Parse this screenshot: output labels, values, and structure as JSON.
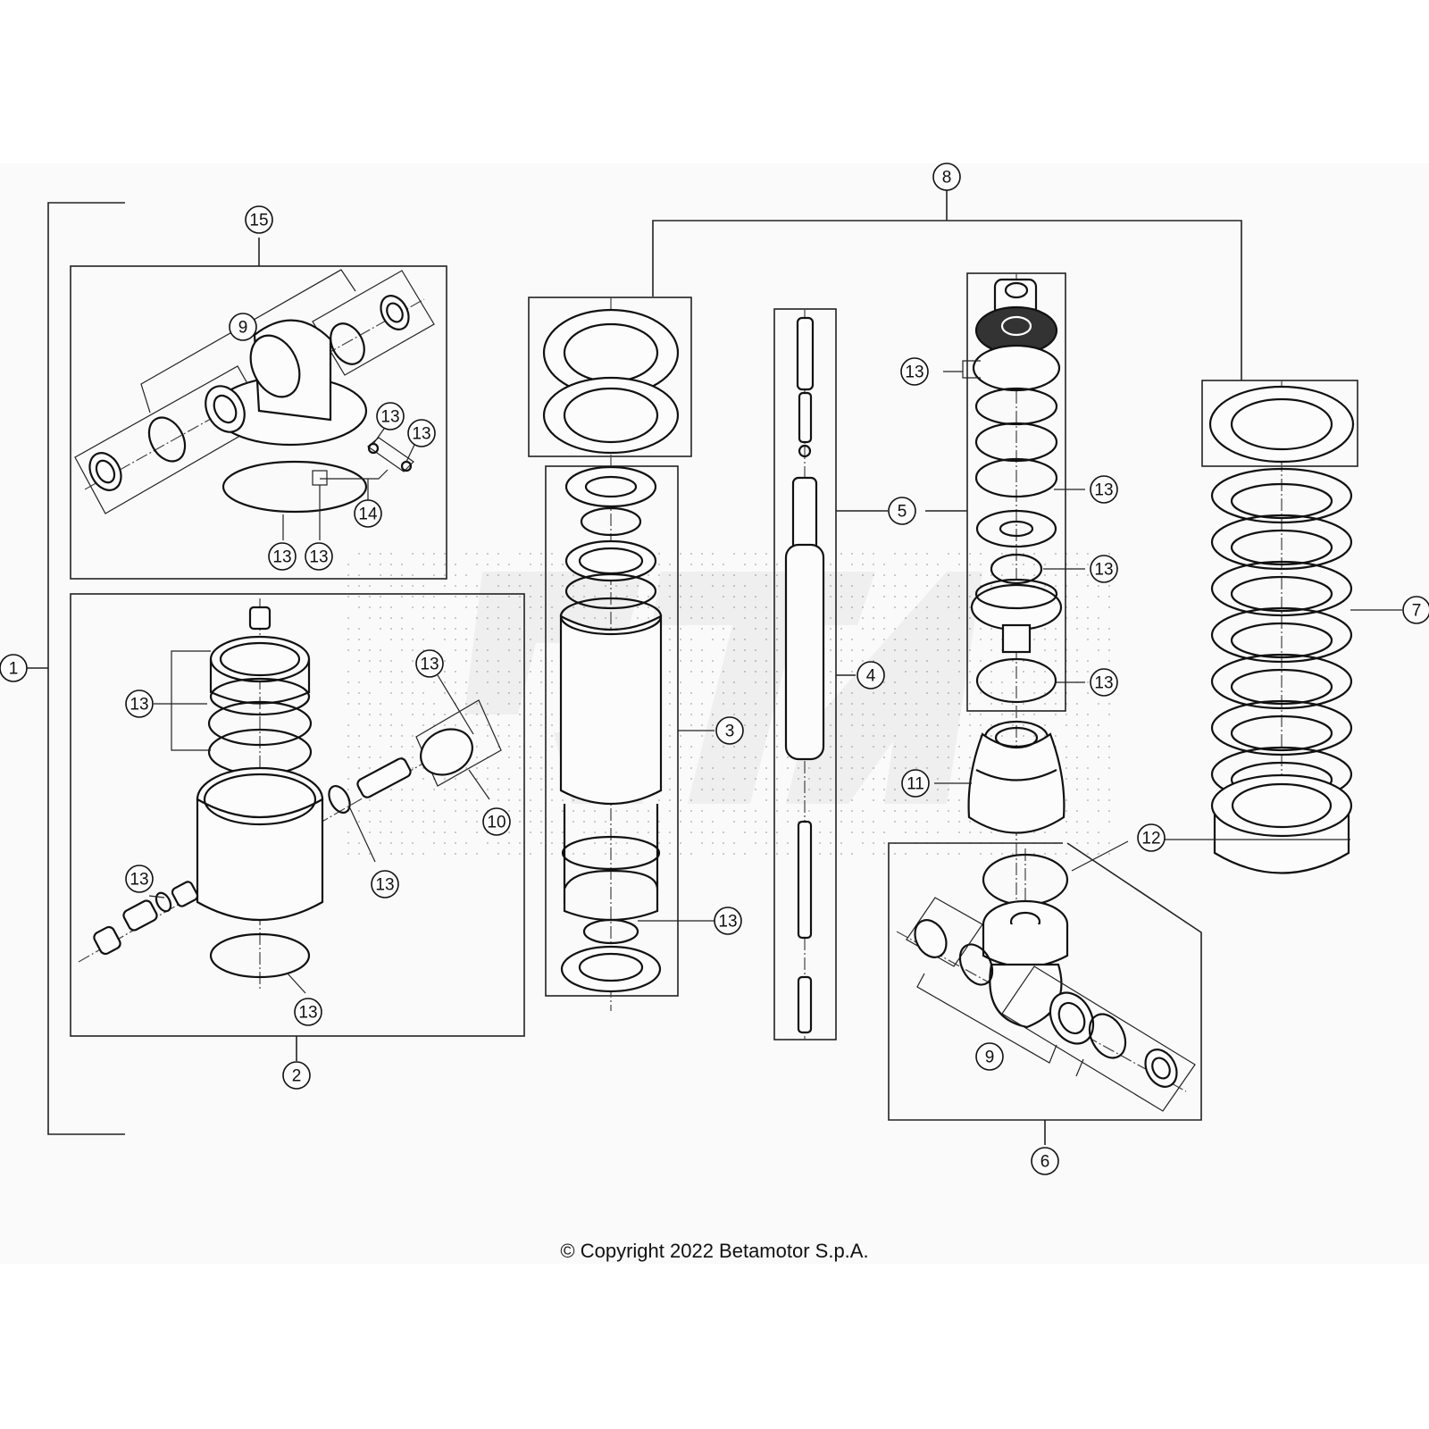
{
  "diagram": {
    "title": "Rear shock absorber exploded view",
    "callouts": [
      {
        "id": "c1",
        "label": "1"
      },
      {
        "id": "c2",
        "label": "2"
      },
      {
        "id": "c3",
        "label": "3"
      },
      {
        "id": "c4",
        "label": "4"
      },
      {
        "id": "c5",
        "label": "5"
      },
      {
        "id": "c6",
        "label": "6"
      },
      {
        "id": "c7",
        "label": "7"
      },
      {
        "id": "c8",
        "label": "8"
      },
      {
        "id": "c9a",
        "label": "9"
      },
      {
        "id": "c9b",
        "label": "9"
      },
      {
        "id": "c10",
        "label": "10"
      },
      {
        "id": "c11",
        "label": "11"
      },
      {
        "id": "c12",
        "label": "12"
      },
      {
        "id": "c13a",
        "label": "13"
      },
      {
        "id": "c13b",
        "label": "13"
      },
      {
        "id": "c13c",
        "label": "13"
      },
      {
        "id": "c13d",
        "label": "13"
      },
      {
        "id": "c13e",
        "label": "13"
      },
      {
        "id": "c13f",
        "label": "13"
      },
      {
        "id": "c13g",
        "label": "13"
      },
      {
        "id": "c13h",
        "label": "13"
      },
      {
        "id": "c13i",
        "label": "13"
      },
      {
        "id": "c13j",
        "label": "13"
      },
      {
        "id": "c13k",
        "label": "13"
      },
      {
        "id": "c13l",
        "label": "13"
      },
      {
        "id": "c13m",
        "label": "13"
      },
      {
        "id": "c14",
        "label": "14"
      },
      {
        "id": "c15",
        "label": "15"
      }
    ]
  },
  "footer": {
    "copyright": "© Copyright 2022 Betamotor S.p.A."
  }
}
